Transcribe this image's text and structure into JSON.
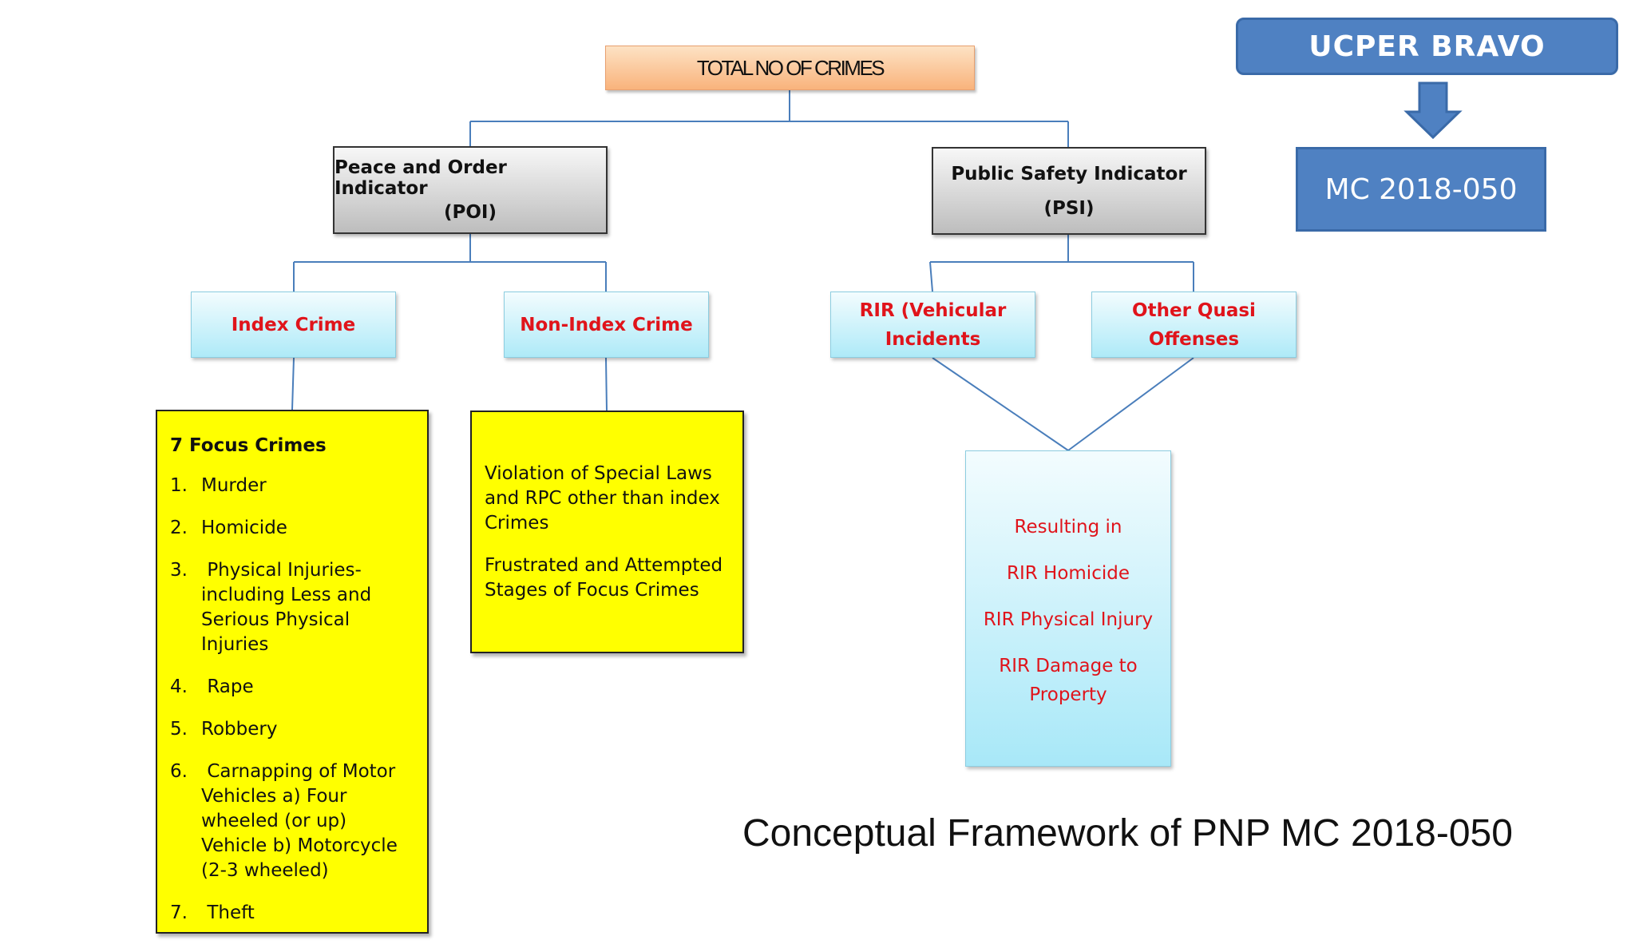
{
  "total": {
    "label": "TOTAL NO OF CRIMES"
  },
  "poi": {
    "line1": "Peace and Order Indicator",
    "line2": "(POI)"
  },
  "psi": {
    "line1": "Public Safety Indicator",
    "line2": "(PSI)"
  },
  "index_crime": {
    "label": "Index Crime"
  },
  "non_index_crime": {
    "label": "Non-Index Crime"
  },
  "rir": {
    "line1": "RIR (Vehicular",
    "line2": "Incidents"
  },
  "other_quasi": {
    "line1": "Other Quasi",
    "line2": "Offenses"
  },
  "focus_crimes": {
    "heading": "7 Focus Crimes",
    "items": [
      {
        "num": "1.",
        "text": "Murder"
      },
      {
        "num": "2.",
        "text": "Homicide"
      },
      {
        "num": "3.",
        "text": " Physical Injuries-including Less and Serious Physical Injuries"
      },
      {
        "num": "4.",
        "text": " Rape"
      },
      {
        "num": "5.",
        "text": "Robbery"
      },
      {
        "num": "6.",
        "text": " Carnapping of Motor Vehicles a) Four wheeled (or up) Vehicle b) Motorcycle (2-3 wheeled)"
      },
      {
        "num": "7.",
        "text": " Theft"
      }
    ]
  },
  "non_index_detail": {
    "para1": "Violation of Special Laws and RPC other than index Crimes",
    "para2": "Frustrated and Attempted Stages of Focus Crimes"
  },
  "resulting": {
    "line1": "Resulting in",
    "line2": "RIR Homicide",
    "line3": "RIR Physical Injury",
    "line4": "RIR Damage to Property"
  },
  "ucper": {
    "label": "UCPER BRAVO"
  },
  "mc": {
    "label": "MC 2018-050"
  },
  "caption": {
    "text": "Conceptual Framework of PNP MC 2018-050"
  },
  "colors": {
    "connector": "#4a7ebb",
    "category_text": "#e0141b",
    "yellow_box": "#ffff00",
    "blue_box": "#4f81c2"
  }
}
